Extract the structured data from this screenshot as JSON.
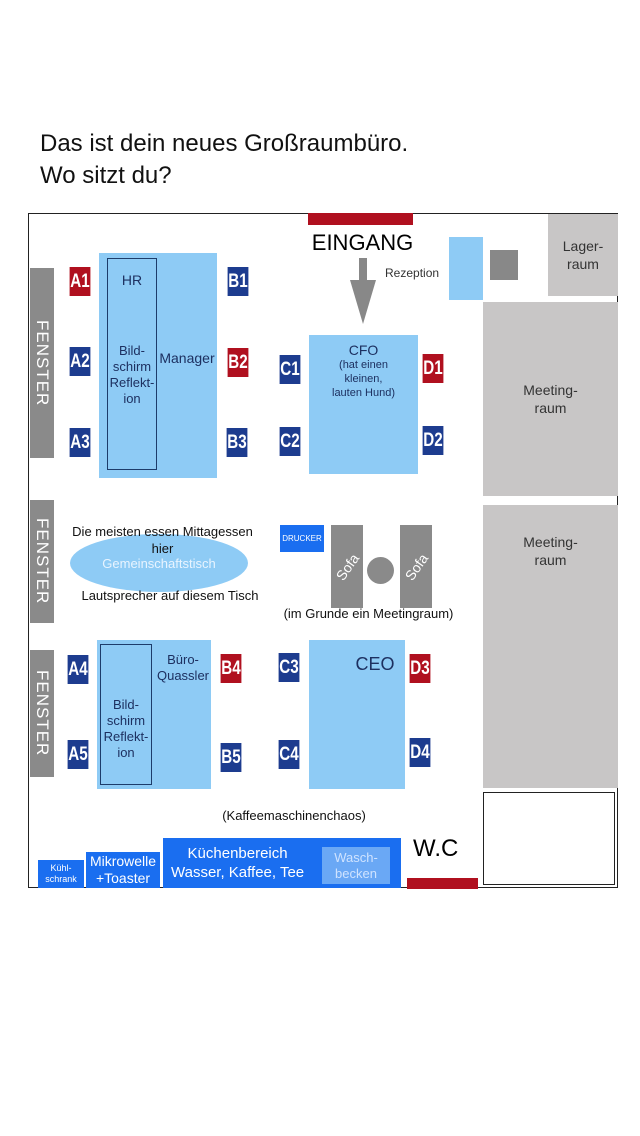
{
  "title": {
    "line1": "Das ist dein neues Großraumbüro.",
    "line2": "Wo sitzt du?"
  },
  "plan": {
    "entrance": "EINGANG",
    "reception": "Rezeption",
    "storage": "Lager-\nraum",
    "meeting1": "Meeting-\nraum",
    "meeting2": "Meeting-\nraum",
    "window": "FENSTER",
    "hr": "HR",
    "screen_reflection": "Bild-\nschirm\nReflekt-\nion",
    "manager": "Manager",
    "cfo": "CFO",
    "cfo_note": "(hat einen\nkleinen,\nlauten Hund)",
    "lunch_note": "Die meisten essen Mittagessen",
    "lunch_note2": "hier",
    "common_table": "Gemeinschaftstisch",
    "speaker_note": "Lautsprecher auf diesem Tisch",
    "printer": "DRUCKER",
    "sofa": "Sofa",
    "lounge_note": "(im Grunde ein Meetingraum)",
    "chatterbox": "Büro-\nQuassler",
    "ceo": "CEO",
    "coffee_note": "(Kaffeemaschinenchaos)",
    "fridge": "Kühl-\nschrank",
    "microwave": "Mikrowelle\n+Toaster",
    "kitchen": "Küchenbereich\nWasser, Kaffee, Tee",
    "sink": "Wasch-\nbecken",
    "wc": "W.C"
  },
  "seats": {
    "A1": "A1",
    "A2": "A2",
    "A3": "A3",
    "A4": "A4",
    "A5": "A5",
    "B1": "B1",
    "B2": "B2",
    "B3": "B3",
    "B4": "B4",
    "B5": "B5",
    "C1": "C1",
    "C2": "C2",
    "C3": "C3",
    "C4": "C4",
    "D1": "D1",
    "D2": "D2",
    "D3": "D3",
    "D4": "D4"
  },
  "colors": {
    "taken": "#b0101f",
    "free": "#1d3c8f",
    "desk": "#8ecbf5"
  }
}
